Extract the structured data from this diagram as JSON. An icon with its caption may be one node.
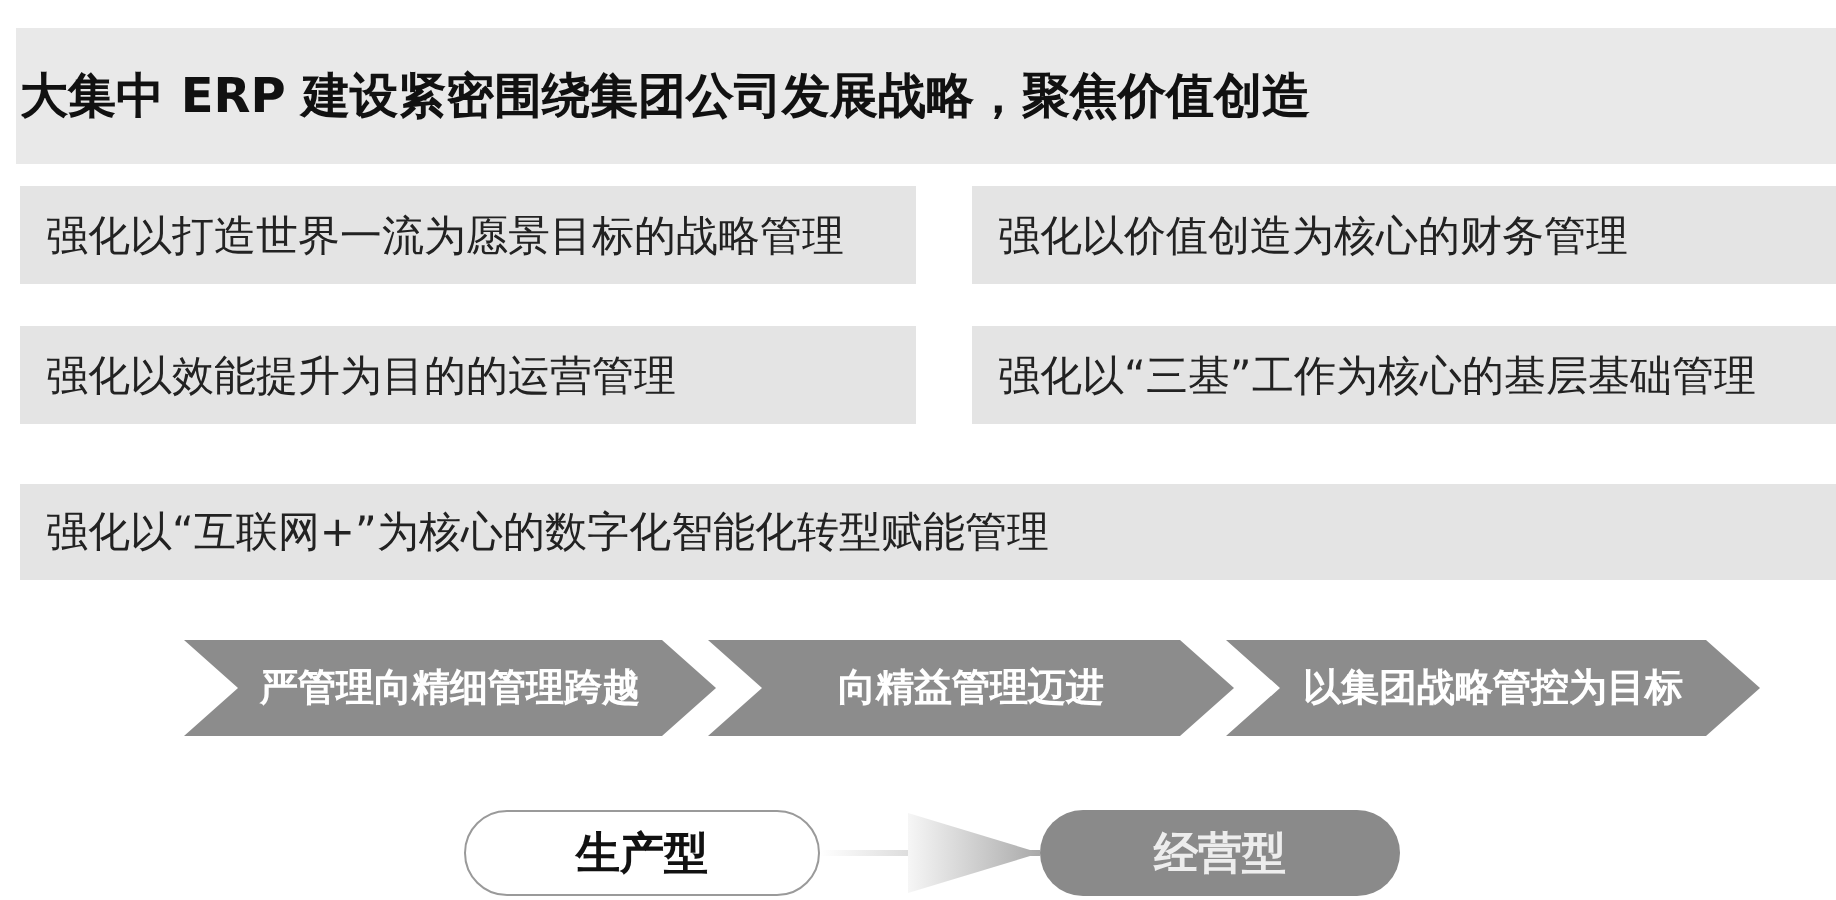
{
  "diagram": {
    "nodes": [
      {
        "text": [
          "大集中 ERP 建设紧密围绕集团公司发展战略，聚焦价值创造"
        ]
      },
      {
        "text": [
          "强化以打造世界一流为愿景目标的战略管理"
        ]
      },
      {
        "text": [
          "强化以价值创造为核心的财务管理"
        ]
      },
      {
        "text": [
          "强化以效能提升为目的的运营管理"
        ]
      },
      {
        "text": [
          "强化以“三基”工作为核心的基层基础管理"
        ]
      },
      {
        "text": [
          "强化以“互联网+”为核心的数字化智能化转型赋能管理"
        ]
      },
      {
        "text": [
          "严管理向精细管理跨越"
        ]
      },
      {
        "text": [
          "向精益管理迈进"
        ]
      },
      {
        "text": [
          "以集团战略管控为目标"
        ]
      },
      {
        "text": [
          "生产型"
        ]
      },
      {
        "text": [
          "经营型"
        ]
      }
    ],
    "edges": [
      {
        "from": 9,
        "to": 10,
        "arrow": "to"
      }
    ]
  }
}
